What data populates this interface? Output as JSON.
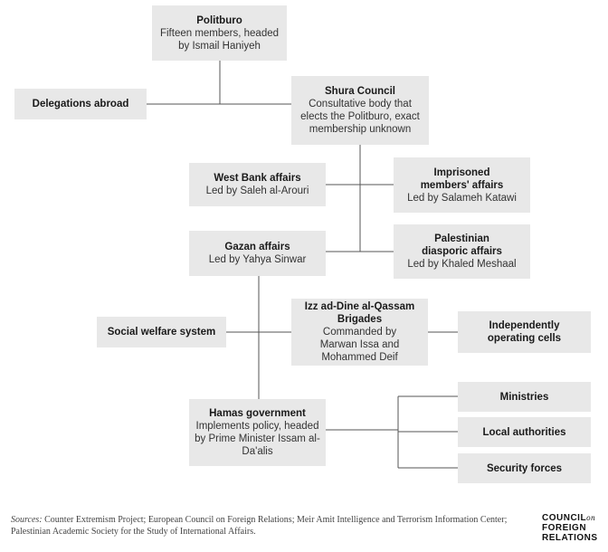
{
  "boxes": {
    "politburo": {
      "title": "Politburo",
      "desc": "Fifteen members, headed by Ismail Haniyeh"
    },
    "delegations": {
      "title": "Delegations abroad",
      "desc": ""
    },
    "shura": {
      "title": "Shura Council",
      "desc": "Consultative body that elects the Politburo, exact membership unknown"
    },
    "westbank": {
      "title": "West Bank affairs",
      "desc": "Led by Saleh al-Arouri"
    },
    "imprisoned": {
      "title": "Imprisoned members' affairs",
      "desc": "Led by Salameh Katawi"
    },
    "gazan": {
      "title": "Gazan affairs",
      "desc": "Led by Yahya Sinwar"
    },
    "diasporic": {
      "title": "Palestinian diasporic affairs",
      "desc": "Led by Khaled Meshaal"
    },
    "qassam": {
      "title": "Izz ad-Dine al-Qassam Brigades",
      "desc": "Commanded by Marwan Issa and Mohammed Deif"
    },
    "welfare": {
      "title": "Social welfare system",
      "desc": ""
    },
    "cells": {
      "title": "Independently operating cells",
      "desc": ""
    },
    "government": {
      "title": "Hamas government",
      "desc": "Implements policy, headed by Prime Minister Issam al-Da'alis"
    },
    "ministries": {
      "title": "Ministries",
      "desc": ""
    },
    "local": {
      "title": "Local authorities",
      "desc": ""
    },
    "security": {
      "title": "Security forces",
      "desc": ""
    }
  },
  "footer": {
    "sources_label": "Sources:",
    "sources_text": "Counter Extremism Project; European Council on Foreign Relations; Meir Amit Intelligence and Terrorism Information Center; Palestinian Academic Society for the Study of International Affairs.",
    "logo_line1": "COUNCIL",
    "logo_on": "on",
    "logo_line2": "FOREIGN",
    "logo_line3": "RELATIONS"
  },
  "colors": {
    "box": "#e8e8e8",
    "line": "#555555"
  }
}
